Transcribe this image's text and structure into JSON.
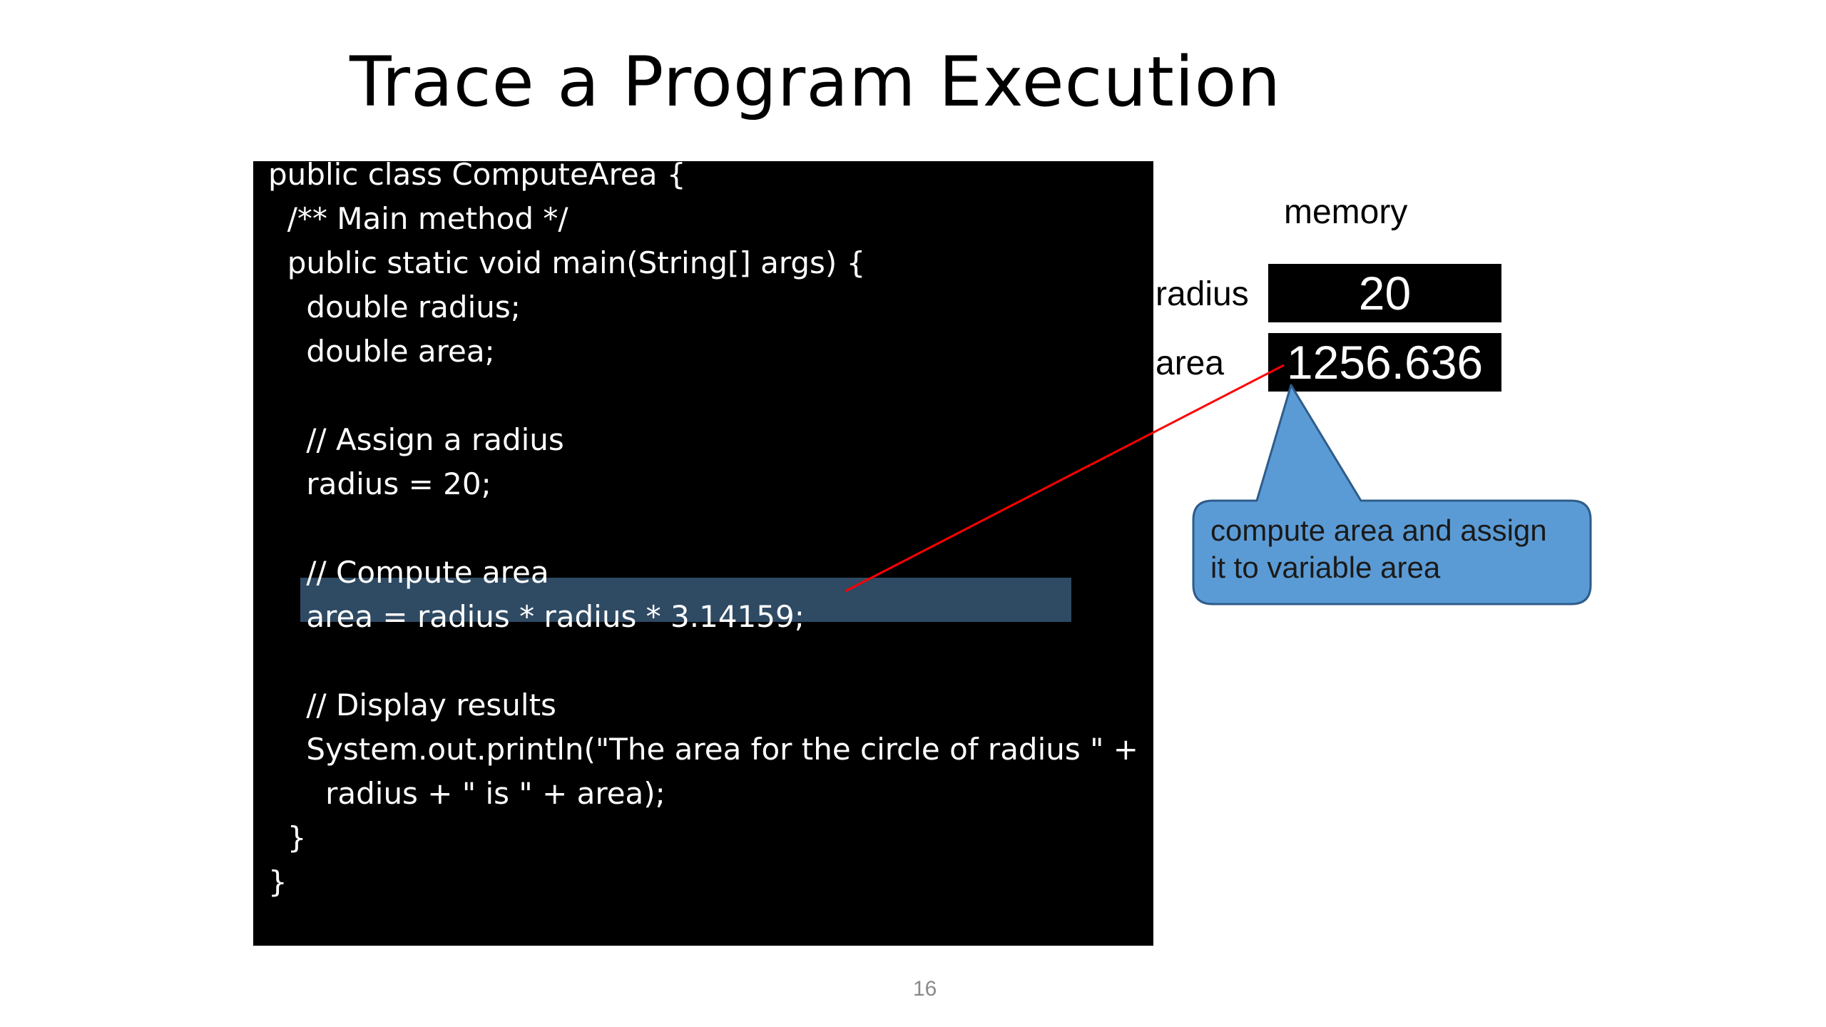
{
  "slide": {
    "title": "Trace a Program Execution",
    "page_number": "16"
  },
  "code": {
    "lines": [
      "public class ComputeArea {",
      "  /** Main method */",
      "  public static void main(String[] args) {",
      "    double radius;",
      "    double area;",
      "",
      "    // Assign a radius",
      "    radius = 20;",
      "",
      "    // Compute area",
      "    area = radius * radius * 3.14159;",
      "",
      "    // Display results",
      "    System.out.println(\"The area for the circle of radius \" +",
      "      radius + \" is \" + area);",
      "  }",
      "}"
    ],
    "highlighted_line": 10,
    "colors": {
      "background": "#000000",
      "text": "#ffffff",
      "highlight": "#2f4a63"
    }
  },
  "memory": {
    "title": "memory",
    "variables": [
      {
        "name": "radius",
        "value": "20"
      },
      {
        "name": "area",
        "value": "1256.636"
      }
    ]
  },
  "callout": {
    "lines": [
      "compute area and assign",
      "it to variable area"
    ],
    "fill_color": "#5b9bd5",
    "border_color": "#2e5c8a",
    "pointer_line_color": "#ff0000"
  }
}
